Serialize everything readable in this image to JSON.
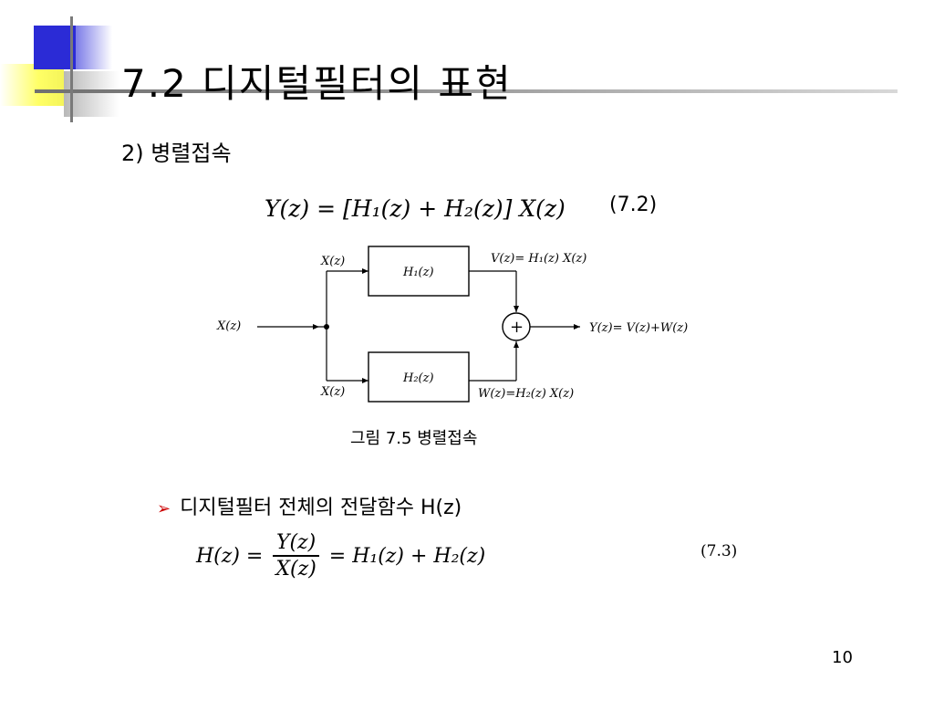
{
  "slide": {
    "title": "7.2  디지털필터의 표현",
    "subtitle": "2) 병렬접속",
    "page_number": "10"
  },
  "equation1": {
    "text": "Y(z) = [H₁(z) + H₂(z)] X(z)",
    "number": "(7.2)"
  },
  "diagram": {
    "input_label": "X(z)",
    "upper_branch_input": "X(z)",
    "lower_branch_input": "X(z)",
    "block_upper": "H₁(z)",
    "block_lower": "H₂(z)",
    "upper_output": "V(z)= H₁(z) X(z)",
    "lower_output": "W(z)=H₂(z) X(z)",
    "adder_symbol": "+",
    "output_label": "Y(z)= V(z)+W(z)"
  },
  "caption": "그림 7.5 병렬접속",
  "bullet": {
    "marker": "➢",
    "text": "디지털필터 전체의 전달함수 H(z)"
  },
  "equation2": {
    "lhs": "H(z) =",
    "numerator": "Y(z)",
    "denominator": "X(z)",
    "rhs": "= H₁(z) + H₂(z)",
    "number": "(7.3)"
  },
  "colors": {
    "deco_blue": "#2b2bd6",
    "deco_yellow": "#ffff66",
    "deco_gray": "#7a7a7a",
    "bullet_red": "#cc0000"
  }
}
